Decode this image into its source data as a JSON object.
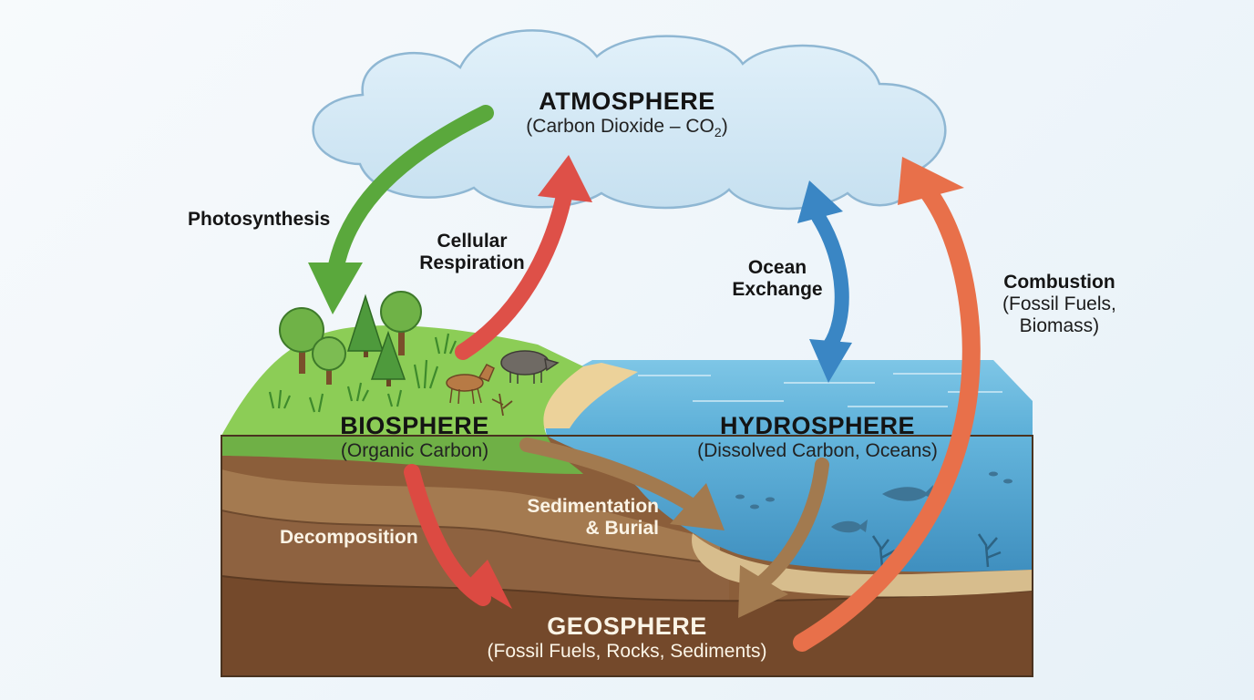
{
  "atmosphere": {
    "title": "ATMOSPHERE",
    "subtitle_prefix": "(Carbon Dioxide – CO",
    "subtitle_sub": "2",
    "subtitle_suffix": ")"
  },
  "biosphere": {
    "title": "BIOSPHERE",
    "subtitle": "(Organic Carbon)"
  },
  "hydrosphere": {
    "title": "HYDROSPHERE",
    "subtitle": "(Dissolved Carbon, Oceans)"
  },
  "geosphere": {
    "title": "GEOSPHERE",
    "subtitle": "(Fossil Fuels, Rocks, Sediments)"
  },
  "processes": {
    "photosynthesis": "Photosynthesis",
    "respiration_line1": "Cellular",
    "respiration_line2": "Respiration",
    "ocean_line1": "Ocean",
    "ocean_line2": "Exchange",
    "combustion_line1": "Combustion",
    "combustion_line2": "(Fossil Fuels,",
    "combustion_line3": "Biomass)",
    "decomposition": "Decomposition",
    "sedimentation_line1": "Sedimentation",
    "sedimentation_line2": "& Burial"
  },
  "colors": {
    "photosynthesis": "#5aa83c",
    "respiration": "#de5048",
    "ocean_exchange": "#3a86c4",
    "combustion": "#e8704a",
    "decomposition": "#dc4a42",
    "sedimentation": "#a27a4f",
    "cloud": "#cfe6f4",
    "ocean": "#5fb0d6",
    "grass": "#86c451",
    "soil": "#8a5e3b"
  }
}
